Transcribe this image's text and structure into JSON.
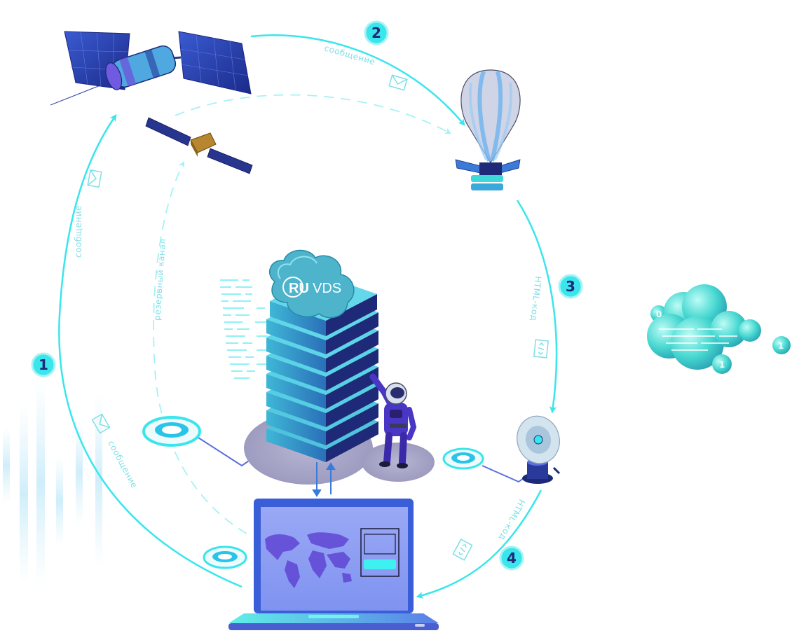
{
  "colors": {
    "cyan": "#38e6ec",
    "cyan_light": "#a6f2f4",
    "cyan_label": "#7fdfe6",
    "navy": "#1e2a78",
    "purple": "#3a2aa8",
    "screen": "#8a9cf2",
    "server_top": "#4fb6d0",
    "platform": "#a9a8c8"
  },
  "steps": [
    {
      "number": "1"
    },
    {
      "number": "2"
    },
    {
      "number": "3"
    },
    {
      "number": "4"
    }
  ],
  "labels": {
    "message_top": "сообщение",
    "message_left_up": "сообщение",
    "message_left_down": "сообщение",
    "backup_channel": "резервный канал",
    "html_code_right": "HTML-код",
    "html_code_bottom": "HTML-код"
  },
  "brand": {
    "logo_ru": "RU",
    "logo_vds": "VDS"
  },
  "icons": {
    "main_satellite": "satellite-icon",
    "small_satellite": "small-satellite-icon",
    "balloon": "balloon-icon",
    "dish": "satellite-dish-icon",
    "server": "server-rack-icon",
    "astronaut": "astronaut-icon",
    "laptop": "laptop-icon",
    "cloud": "cloud-icon",
    "envelope": "envelope-icon",
    "code": "code-icon"
  }
}
